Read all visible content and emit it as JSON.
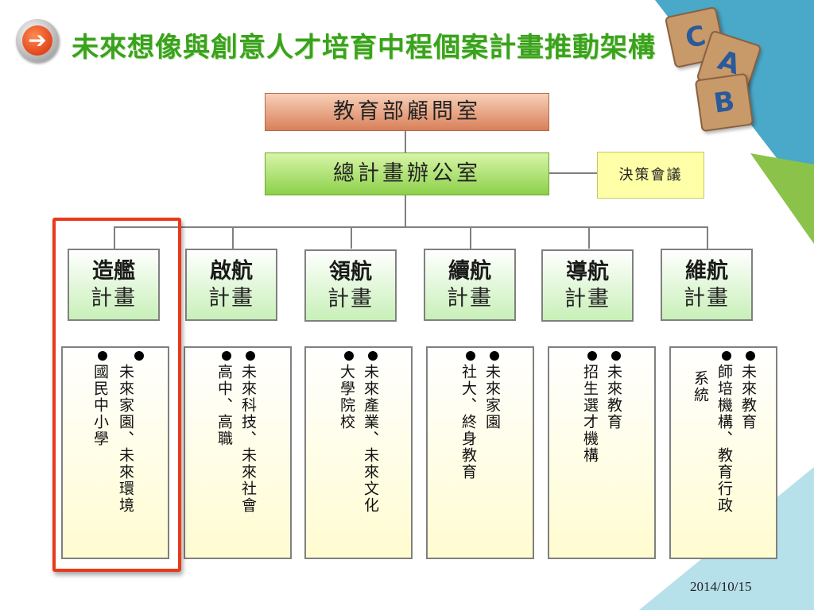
{
  "title": "未來想像與創意人才培育中程個案計畫推動架構",
  "decor_letters": [
    "C",
    "A",
    "B"
  ],
  "top_unit": "教育部顧問室",
  "office": "總計畫辦公室",
  "decision": "決策會議",
  "plans": [
    {
      "line1": "造艦",
      "line2": "計畫",
      "items": [
        "未來家園、未來環境",
        "國民中小學"
      ]
    },
    {
      "line1": "啟航",
      "line2": "計畫",
      "items": [
        "未來科技、未來社會",
        "高中、高職"
      ]
    },
    {
      "line1": "領航",
      "line2": "計畫",
      "items": [
        "未來產業、未來文化",
        "大學院校"
      ]
    },
    {
      "line1": "續航",
      "line2": "計畫",
      "items": [
        "未來家園",
        "社大、終身教育"
      ]
    },
    {
      "line1": "導航",
      "line2": "計畫",
      "items": [
        "未來教育",
        "招生選才機構"
      ]
    },
    {
      "line1": "維航",
      "line2": "計畫",
      "items": [
        "未來教育",
        "師培機構、教育行政",
        "系統"
      ]
    }
  ],
  "date": "2014/10/15",
  "colors": {
    "title": "#3aa21e",
    "highlight": "#e83a1a",
    "top_unit": "#d8805a",
    "office": "#8cd04a",
    "decision": "#ffffa8"
  }
}
